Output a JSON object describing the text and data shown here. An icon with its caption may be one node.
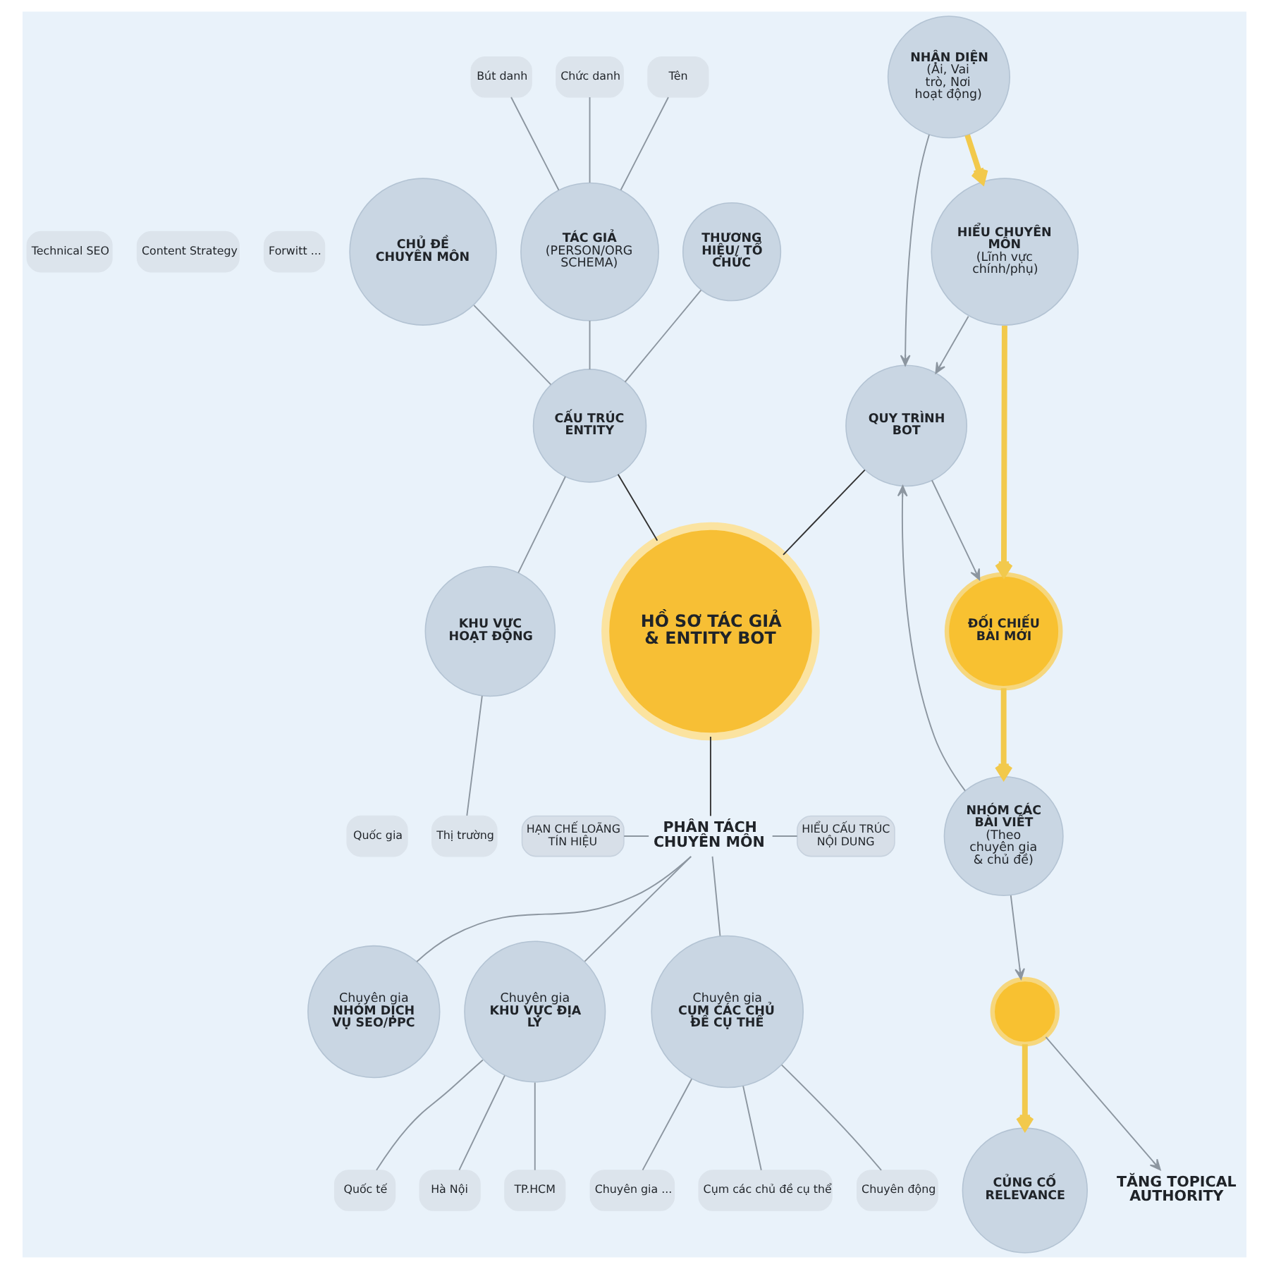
{
  "diagram": {
    "nodes": [
      {
        "text": [
          "HỒ SƠ TÁC GIẢ & ENTITY BOT"
        ]
      },
      {
        "text": [
          "CẤU TRÚC ENTITY"
        ]
      },
      {
        "text": [
          "TÁC GIẢ",
          "(PERSON/ORG SCHEMA)"
        ]
      },
      {
        "text": [
          "Tên"
        ]
      },
      {
        "text": [
          "Bút danh"
        ]
      },
      {
        "text": [
          "Chức danh"
        ]
      },
      {
        "text": [
          "THƯƠNG HIỆU/ TỔ CHỨC"
        ]
      },
      {
        "text": [
          "CHỦ ĐỀ CHUYÊN MÔN"
        ]
      },
      {
        "text": [
          "Technical SEO"
        ]
      },
      {
        "text": [
          "Content Strategy"
        ]
      },
      {
        "text": [
          "Forwitt ..."
        ]
      },
      {
        "text": [
          "KHU VỰC HOẠT ĐỘNG"
        ]
      },
      {
        "text": [
          "Thị trường"
        ]
      },
      {
        "text": [
          "Quốc gia"
        ]
      },
      {
        "text": [
          "QUY TRÌNH BOT"
        ]
      },
      {
        "text": [
          "NHẬN DIỆN",
          "(Ai, Vai trò, Nơi hoạt động)"
        ]
      },
      {
        "text": [
          "HIỂU CHUYÊN MÔN",
          "(Lĩnh vực chính/phụ)"
        ]
      },
      {
        "text": [
          "ĐỐI CHIẾU BÀI MỚI"
        ]
      },
      {
        "text": [
          "NHÓM CÁC BÀI VIẾT",
          "(Theo chuyên gia & chủ đề)"
        ]
      },
      {
        "text": [],
        "shape": "circle"
      },
      {
        "text": [
          "CỦNG CỐ RELEVANCE"
        ]
      },
      {
        "text": [
          "TĂNG TOPICAL AUTHORITY"
        ]
      },
      {
        "text": [
          "PHÂN TÁCH CHUYÊN MÔN"
        ]
      },
      {
        "text": [
          "HẠN CHẾ LOÃNG TÍN HIỆU"
        ]
      },
      {
        "text": [
          "HIỂU CẤU TRÚC NỘI DUNG"
        ]
      },
      {
        "text": [
          "Chuyên gia",
          "CỤM CÁC CHỦ ĐỀ CỤ THỂ"
        ]
      },
      {
        "text": [
          "Cụm các chủ đề cụ thể"
        ]
      },
      {
        "text": [
          "Chuyên động"
        ]
      },
      {
        "text": [
          "Chuyên gia ..."
        ]
      },
      {
        "text": [
          "Chuyên gia",
          "NHÓM DỊCH VỤ SEO/PPC"
        ]
      },
      {
        "text": [
          "Chuyên gia",
          "KHU VỰC ĐỊA LÝ"
        ]
      },
      {
        "text": [
          "Hà Nội"
        ]
      },
      {
        "text": [
          "TP.HCM"
        ]
      },
      {
        "text": [
          "Quốc tế"
        ]
      }
    ],
    "edges": [
      {
        "from": 3,
        "to": 2,
        "arrow": "none"
      },
      {
        "from": 4,
        "to": 2,
        "arrow": "none"
      },
      {
        "from": 5,
        "to": 2,
        "arrow": "none"
      },
      {
        "from": 2,
        "to": 1,
        "arrow": "none"
      },
      {
        "from": 6,
        "to": 1,
        "arrow": "none"
      },
      {
        "from": 7,
        "to": 1,
        "arrow": "none"
      },
      {
        "from": 1,
        "to": 11,
        "arrow": "none"
      },
      {
        "from": 11,
        "to": 12,
        "arrow": "none"
      },
      {
        "from": 1,
        "to": 0,
        "arrow": "none",
        "color": "#333333"
      },
      {
        "from": 15,
        "to": 16,
        "arrow": "to",
        "style": "thick",
        "color": "#f2c94c"
      },
      {
        "from": 16,
        "to": 17,
        "arrow": "to",
        "style": "thick",
        "color": "#f2c94c"
      },
      {
        "from": 15,
        "to": 14,
        "arrow": "to"
      },
      {
        "from": 16,
        "to": 14,
        "arrow": "to"
      },
      {
        "from": 14,
        "to": 17,
        "arrow": "to"
      },
      {
        "from": 17,
        "to": 18,
        "arrow": "to",
        "style": "thick",
        "color": "#f2c94c"
      },
      {
        "from": 18,
        "to": 14,
        "arrow": "to"
      },
      {
        "from": 18,
        "to": 19,
        "arrow": "to"
      },
      {
        "from": 19,
        "to": 20,
        "arrow": "to",
        "style": "thick",
        "color": "#f2c94c"
      },
      {
        "from": 19,
        "to": 21,
        "arrow": "to"
      },
      {
        "from": 14,
        "to": 0,
        "arrow": "none",
        "color": "#333333"
      },
      {
        "from": 0,
        "to": 22,
        "arrow": "none",
        "color": "#333333"
      },
      {
        "from": 23,
        "to": 22,
        "arrow": "none"
      },
      {
        "from": 22,
        "to": 24,
        "arrow": "none"
      },
      {
        "from": 22,
        "to": 25,
        "arrow": "none"
      },
      {
        "from": 22,
        "to": 29,
        "arrow": "none"
      },
      {
        "from": 22,
        "to": 30,
        "arrow": "none"
      },
      {
        "from": 25,
        "to": 26,
        "arrow": "none"
      },
      {
        "from": 25,
        "to": 27,
        "arrow": "none"
      },
      {
        "from": 25,
        "to": 28,
        "arrow": "none"
      },
      {
        "from": 30,
        "to": 31,
        "arrow": "none"
      },
      {
        "from": 30,
        "to": 32,
        "arrow": "none"
      },
      {
        "from": 30,
        "to": 33,
        "arrow": "none"
      }
    ]
  }
}
